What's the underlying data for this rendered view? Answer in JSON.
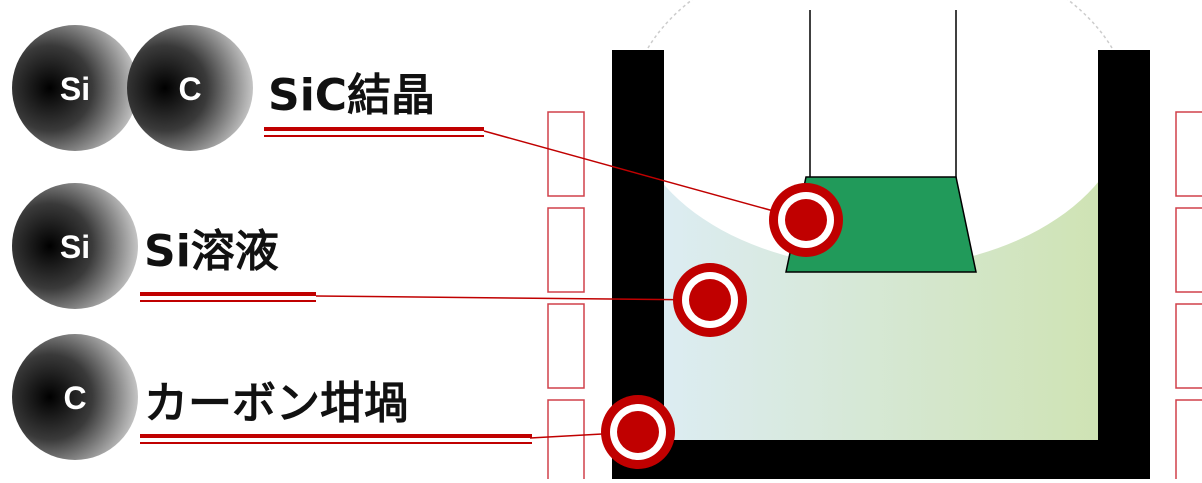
{
  "colors": {
    "accent_red": "#c00000",
    "crucible": "#000000",
    "crystal": "#219a5a",
    "heater_outline": "#d0404a",
    "solution_left": "#dcecf2",
    "solution_right": "#cfe3b4"
  },
  "spheres": [
    {
      "symbol": "Si"
    },
    {
      "symbol": "C"
    },
    {
      "symbol": "Si"
    },
    {
      "symbol": "C"
    }
  ],
  "labels": {
    "crystal": "SiC結晶",
    "solution": "Si溶液",
    "crucible": "カーボン坩堝"
  }
}
